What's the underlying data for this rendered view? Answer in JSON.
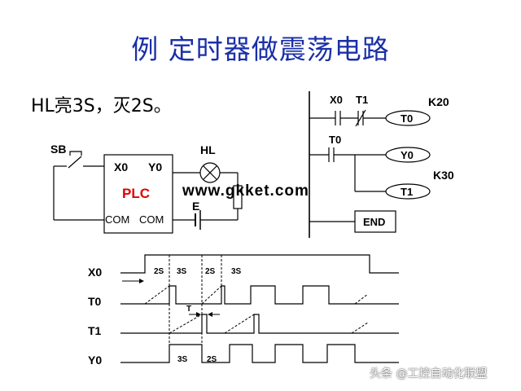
{
  "title": "例  定时器做震荡电路",
  "subtitle": "HL亮3S，灭2S。",
  "watermark": "www.gkket.com",
  "credit": "头条 @工控自动化联盟",
  "colors": {
    "title": "#1a2fa8",
    "plc_label": "#e00000",
    "line": "#000000"
  },
  "wiring": {
    "sb": "SB",
    "hl": "HL",
    "e": "E",
    "x0": "X0",
    "y0": "Y0",
    "plc": "PLC",
    "com1": "COM",
    "com2": "COM"
  },
  "ladder": {
    "x0": "X0",
    "t1_contact": "T1",
    "t0_coil": "T0",
    "k20": "K20",
    "t0_contact": "T0",
    "y0_coil": "Y0",
    "k30": "K30",
    "t1_coil": "T1",
    "end": "END"
  },
  "timing": {
    "signals": [
      "X0",
      "T0",
      "T1",
      "Y0"
    ],
    "x0_labels": [
      "2S",
      "3S",
      "2S",
      "3S"
    ],
    "t_label": "T",
    "y0_labels": [
      "3S",
      "2S"
    ]
  }
}
